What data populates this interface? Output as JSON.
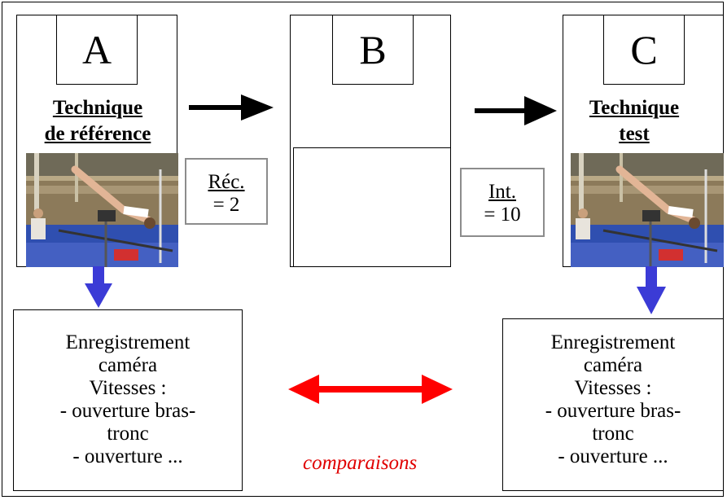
{
  "panels": {
    "a": {
      "letter": "A",
      "heading": "Technique\nde référence"
    },
    "b": {
      "letter": "B"
    },
    "c": {
      "letter": "C",
      "heading": "Technique\ntest"
    }
  },
  "ratios": {
    "rec": {
      "top": "Réc.",
      "bottom": "= 2"
    },
    "int": {
      "top": "Int.",
      "bottom": "= 10"
    }
  },
  "recording_box": {
    "lines": [
      "Enregistrement",
      "caméra",
      "Vitesses :",
      "- ouverture bras-",
      "tronc",
      "- ouverture ..."
    ]
  },
  "comparison_label": "comparaisons",
  "colors": {
    "flow_arrow": "#000000",
    "down_arrow": "#3b3bd6",
    "compare_arrow": "#ff0000",
    "ratio_border": "#8c8c8c"
  }
}
